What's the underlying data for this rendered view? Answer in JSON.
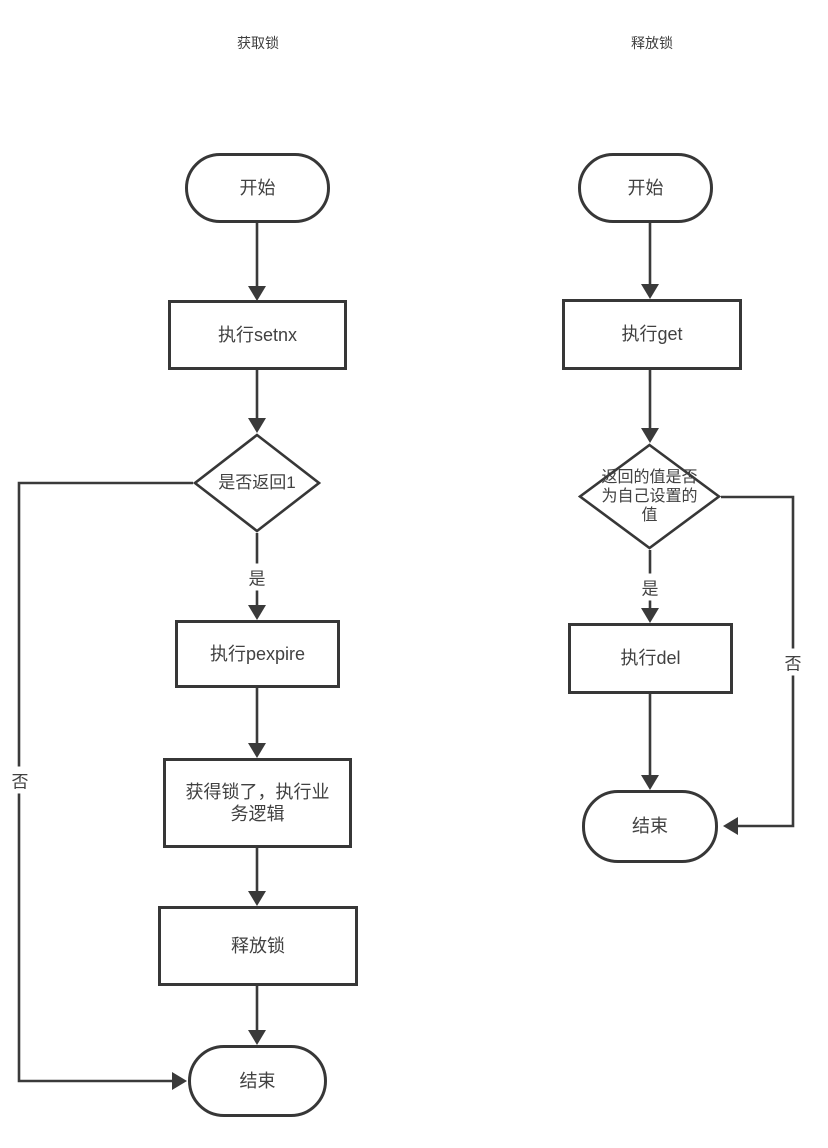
{
  "colors": {
    "background": "#ffffff",
    "line": "#3a3a3a",
    "text": "#414141"
  },
  "acquire_flow": {
    "title": "获取锁",
    "start": "开始",
    "step_setnx": "执行setnx",
    "decision": "是否返回1",
    "label_yes": "是",
    "label_no": "否",
    "step_pexpire": "执行pexpire",
    "step_business": "获得锁了，执行业务逻辑",
    "step_release": "释放锁",
    "end": "结束"
  },
  "release_flow": {
    "title": "释放锁",
    "start": "开始",
    "step_get": "执行get",
    "decision": "返回的值是否为自己设置的值",
    "label_yes": "是",
    "label_no": "否",
    "step_del": "执行del",
    "end": "结束"
  }
}
